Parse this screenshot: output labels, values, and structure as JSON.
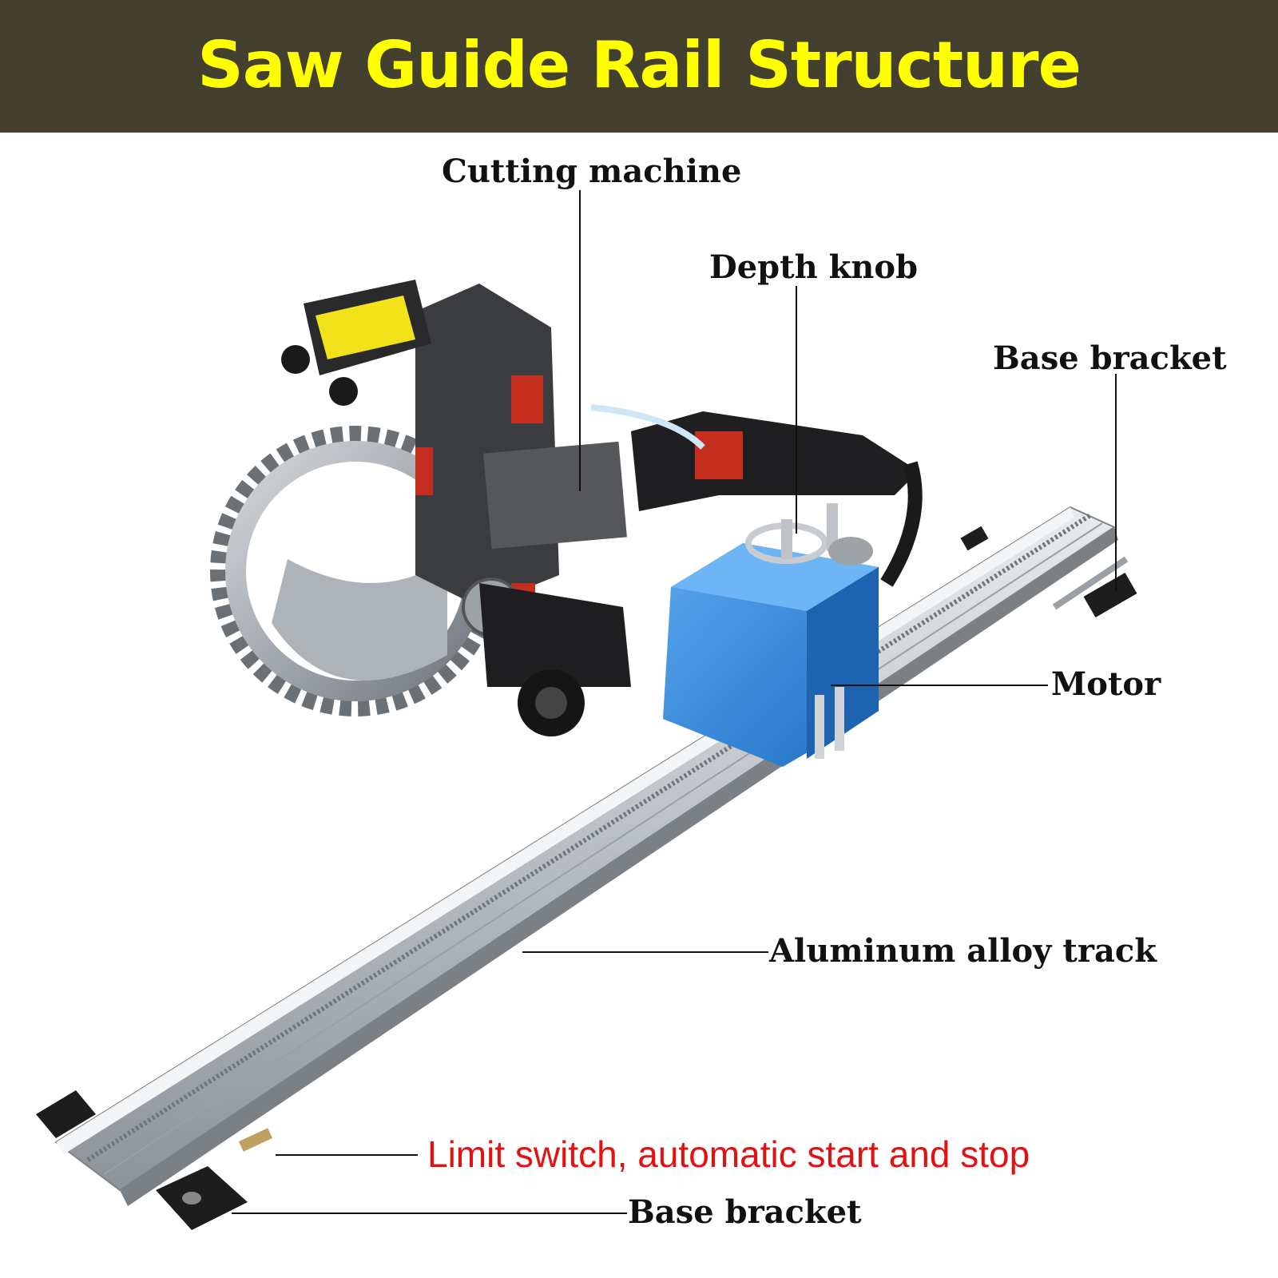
{
  "header": {
    "title": "Saw Guide Rail Structure",
    "background": "#44402f",
    "title_color": "#ffff00"
  },
  "callouts": {
    "cutting_machine": "Cutting machine",
    "depth_knob": "Depth knob",
    "base_bracket_top": "Base bracket",
    "motor": "Motor",
    "aluminum_track": "Aluminum alloy track",
    "limit_switch": "Limit switch, automatic start and stop",
    "base_bracket_bottom": "Base bracket"
  },
  "colors": {
    "motor_housing": "#3a8fe0",
    "limit_switch_label": "#e31212",
    "warning_sticker": "#f2e21a"
  }
}
